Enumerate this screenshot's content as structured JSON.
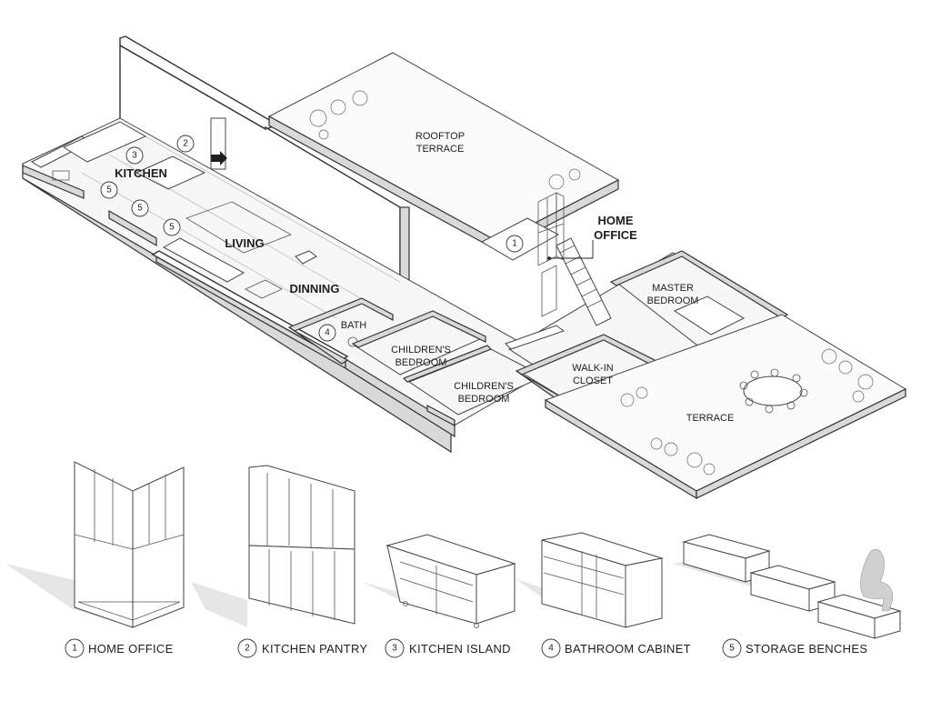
{
  "rooms": {
    "rooftop_terrace": [
      "ROOFTOP",
      "TERRACE"
    ],
    "home_office": [
      "HOME",
      "OFFICE"
    ],
    "kitchen": "KITCHEN",
    "living": "LIVING",
    "dinning": "DINNING",
    "bath": "BATH",
    "childrens_bedroom_1": [
      "CHILDREN'S",
      "BEDROOM"
    ],
    "childrens_bedroom_2": [
      "CHILDREN'S",
      "BEDROOM"
    ],
    "master_bedroom": [
      "MASTER",
      "BEDROOM"
    ],
    "walk_in_closet": [
      "WALK-IN",
      "CLOSET"
    ],
    "terrace": "TERRACE"
  },
  "markers": {
    "home_office": "1",
    "kitchen_pantry": "2",
    "kitchen_island": "3",
    "bench_a": "5",
    "bench_b": "5",
    "bench_c": "5",
    "bathroom_cabinet": "4"
  },
  "legend": [
    {
      "num": "1",
      "label": "HOME OFFICE"
    },
    {
      "num": "2",
      "label": "KITCHEN PANTRY"
    },
    {
      "num": "3",
      "label": "KITCHEN ISLAND"
    },
    {
      "num": "4",
      "label": "BATHROOM CABINET"
    },
    {
      "num": "5",
      "label": "STORAGE BENCHES"
    }
  ]
}
